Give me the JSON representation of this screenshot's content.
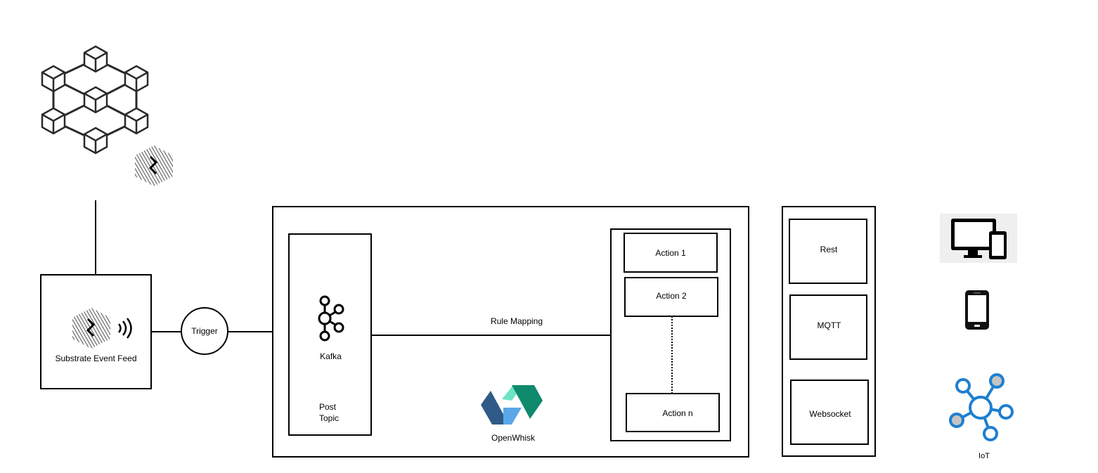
{
  "substrate": {
    "label": "Substrate Event Feed"
  },
  "trigger": {
    "label": "Trigger"
  },
  "kafka": {
    "label": "Kafka",
    "post_topic_line1": "Post",
    "post_topic_line2": "Topic"
  },
  "rule_mapping": {
    "label": "Rule Mapping"
  },
  "openwhisk": {
    "label": "OpenWhisk"
  },
  "actions": [
    {
      "label": "Action 1"
    },
    {
      "label": "Action 2"
    },
    {
      "label": "Action n"
    }
  ],
  "protocols": [
    {
      "label": "Rest"
    },
    {
      "label": "MQTT"
    },
    {
      "label": "Websocket"
    }
  ],
  "iot": {
    "label": "IoT"
  },
  "icons": {
    "blockchain": "blockchain-network-icon",
    "substrate": "substrate-logo-icon",
    "wireless": "wireless-signal-icon",
    "kafka": "kafka-logo-icon",
    "openwhisk": "openwhisk-logo-icon",
    "desktop": "desktop-tablet-icon",
    "phone": "smartphone-icon",
    "iot": "iot-hub-icon"
  },
  "colors": {
    "iot_blue": "#1e7fd0",
    "openwhisk_dark": "#2f5a87",
    "openwhisk_green": "#0f8a6c",
    "openwhisk_light": "#6ee3c6",
    "openwhisk_sky": "#5aa7e8"
  }
}
